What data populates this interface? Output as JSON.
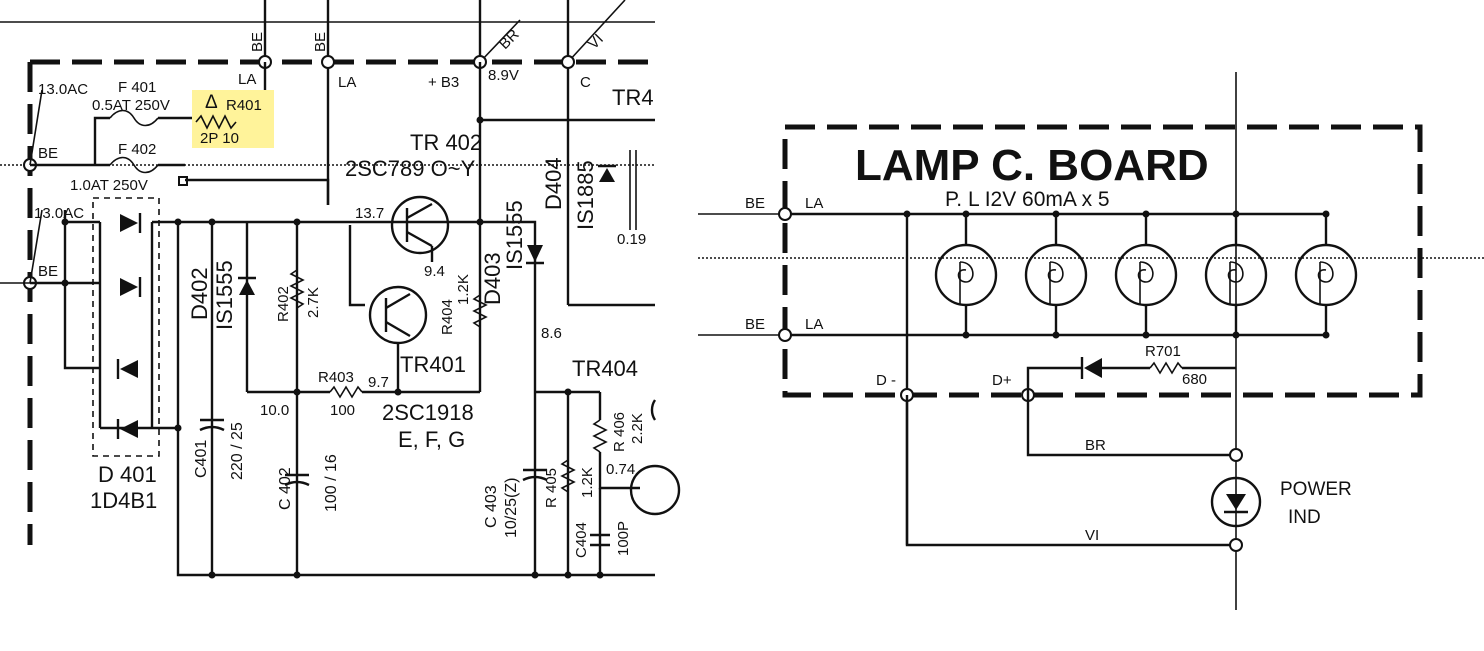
{
  "left_schematic": {
    "bus_top": {
      "be1": "BE",
      "be2": "BE",
      "la1": "LA",
      "la2": "LA",
      "b3": "+ B3",
      "br": "BR",
      "vi": "VI",
      "v89": "8.9V",
      "c": "C",
      "tr4": "TR4"
    },
    "input": {
      "ac_top": "13.0AC",
      "be_mid": "BE",
      "ac_bot": "13.0AC",
      "be_low": "BE"
    },
    "fuses": {
      "f401": "F 401",
      "f401_rating": "0.5AT 250V",
      "f402": "F 402",
      "f402_rating": "1.0AT  250V"
    },
    "r401": {
      "name": "R401",
      "value": "2P 10",
      "mark": "Δ",
      "highlight": "#fff39a"
    },
    "tr402": {
      "name": "TR 402",
      "type": "2SC789  O~Y"
    },
    "tr401": {
      "name": "TR401",
      "type": "2SC1918",
      "grade": "E, F, G"
    },
    "d401": {
      "name": "D 401",
      "type": "1D4B1"
    },
    "d402": {
      "name": "D402",
      "type": "IS1555"
    },
    "d403": {
      "name": "D403",
      "type": "IS1555"
    },
    "d404": {
      "name": "D404",
      "type": "IS1885"
    },
    "r402": {
      "name": "R402",
      "value": "2.7K"
    },
    "r403": {
      "name": "R403",
      "value": "100"
    },
    "r404": {
      "name": "R404",
      "value": "1.2K"
    },
    "r405": {
      "name": "R 405",
      "value": "1.2K"
    },
    "r406": {
      "name": "R 406",
      "value": "2.2K"
    },
    "c401": {
      "name": "C401",
      "value": "220 / 25"
    },
    "c402": {
      "name": "C 402",
      "value": "100 / 16"
    },
    "c403": {
      "name": "C 403",
      "value": "10/25(Z)"
    },
    "c404": {
      "name": "C404",
      "value": "100P"
    },
    "tr404": {
      "name": "TR404"
    },
    "voltages": {
      "v137": "13.7",
      "v94": "9.4",
      "v97": "9.7",
      "v100": "10.0",
      "v86": "8.6",
      "v074": "0.74",
      "v019": "0.19"
    }
  },
  "lamp_board": {
    "title": "LAMP  C. BOARD",
    "subtitle": "P. L   I2V  60mA  x 5",
    "be_top": "BE",
    "la_top": "LA",
    "be_bot": "BE",
    "la_bot": "LA",
    "d_minus": "D -",
    "d_plus": "D+",
    "r701": {
      "name": "R701",
      "value": "680"
    },
    "br": "BR",
    "vi": "VI",
    "power_ind": {
      "line1": "POWER",
      "line2": "IND"
    }
  }
}
